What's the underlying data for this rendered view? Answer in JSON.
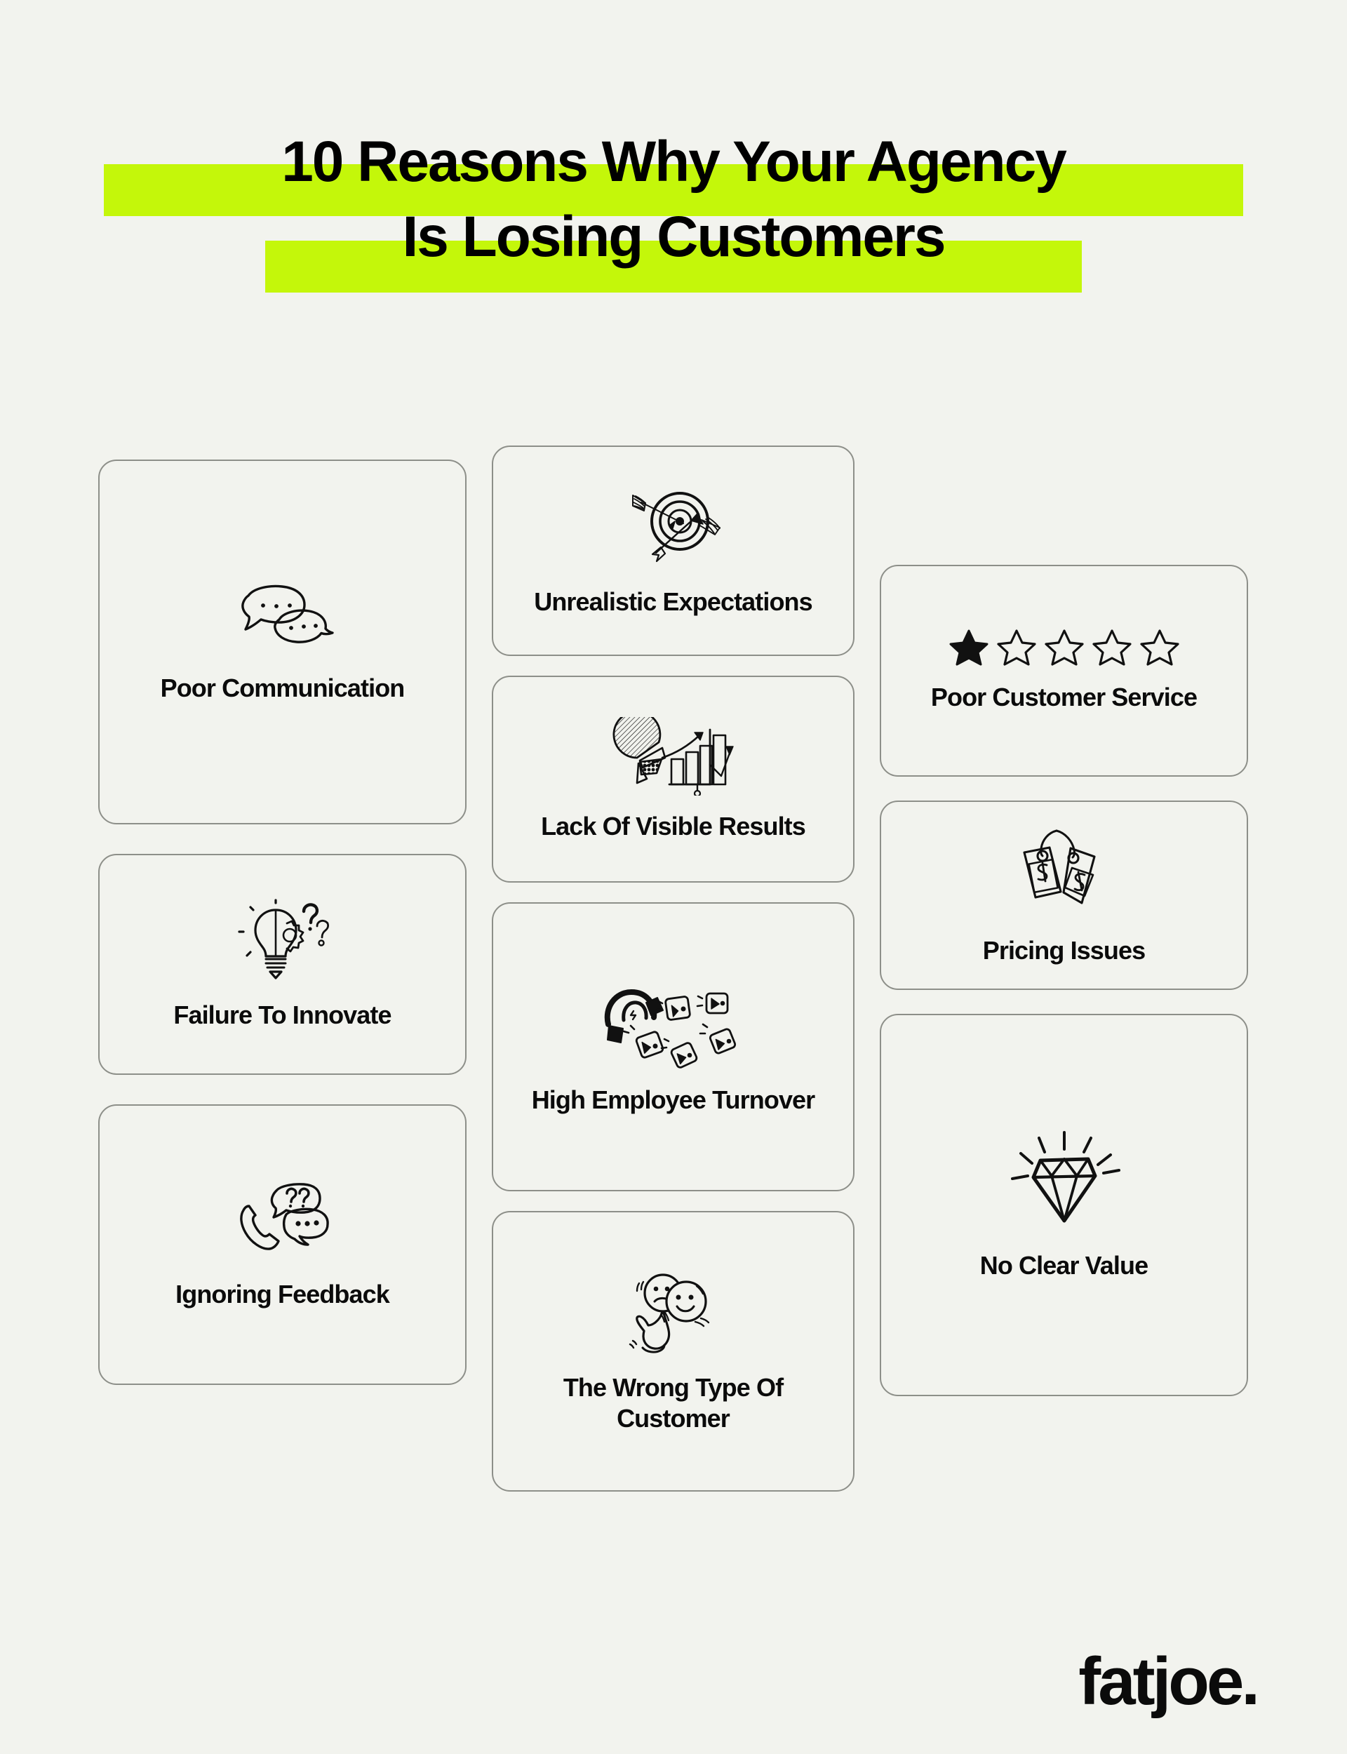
{
  "background_color": "#f2f3ee",
  "highlight_color": "#c4f70a",
  "text_color": "#0b0b0b",
  "card_border_color": "#8d8f89",
  "title": {
    "line1": "10 Reasons Why Your Agency",
    "line2": "Is Losing Customers"
  },
  "columns": {
    "left": [
      {
        "label": "Poor Communication",
        "icon": "speech-bubbles-icon"
      },
      {
        "label": "Failure To Innovate",
        "icon": "lightbulb-gear-question-icon"
      },
      {
        "label": "Ignoring Feedback",
        "icon": "phone-question-bubble-icon"
      }
    ],
    "middle": [
      {
        "label": "Unrealistic Expectations",
        "icon": "target-arrows-icon"
      },
      {
        "label": "Lack Of Visible Results",
        "icon": "pie-bar-chart-icon"
      },
      {
        "label": "High Employee Turnover",
        "icon": "magnet-people-icon"
      },
      {
        "label": "The Wrong Type Of Customer",
        "icon": "sad-happy-faces-pointing-hand-icon"
      }
    ],
    "right": [
      {
        "label": "Poor Customer Service",
        "icon": "one-star-rating-icon",
        "rating": {
          "filled": 1,
          "total": 5
        }
      },
      {
        "label": "Pricing Issues",
        "icon": "price-tags-dollar-icon"
      },
      {
        "label": "No Clear Value",
        "icon": "diamond-sparkle-icon"
      }
    ]
  },
  "footer": {
    "logo": "fatjoe."
  }
}
